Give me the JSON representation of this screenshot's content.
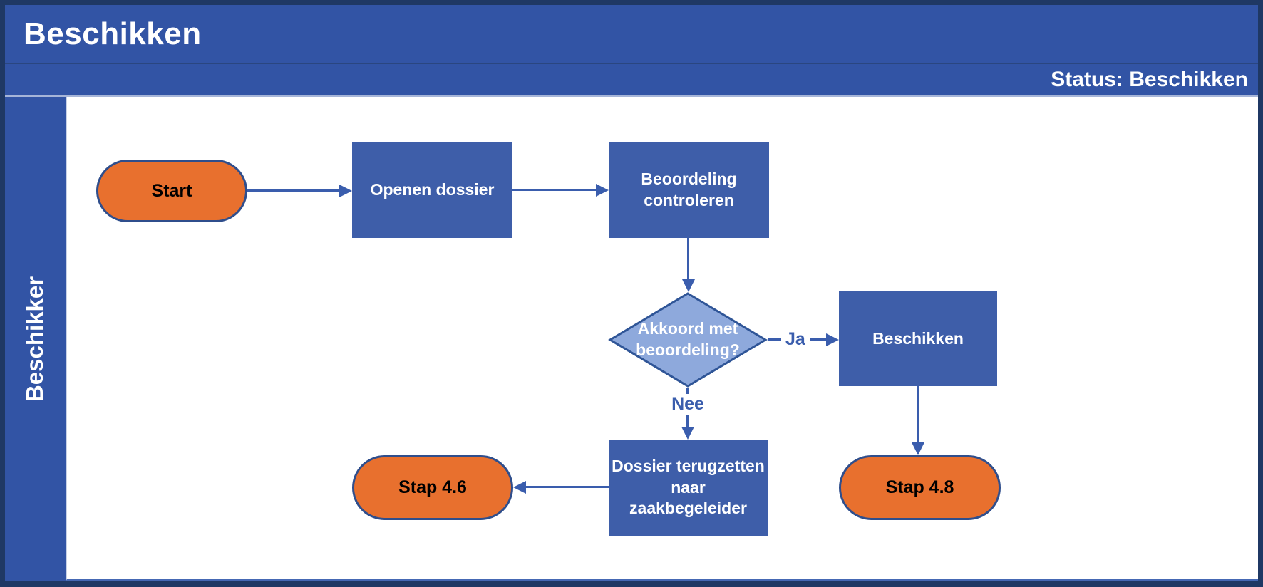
{
  "header": {
    "title": "Beschikken",
    "status": "Status: Beschikken"
  },
  "lane": {
    "label": "Beschikker"
  },
  "diagram": {
    "nodes": {
      "start": "Start",
      "open_dossier": "Openen dossier",
      "review_check": "Beoordeling\ncontroleren",
      "decision": "Akkoord met\nbeoordeling?",
      "beschikken": "Beschikken",
      "return_dossier": "Dossier terugzetten\nnaar\nzaakbegeleider",
      "step_46": "Stap 4.6",
      "step_48": "Stap 4.8"
    },
    "edges": {
      "yes_label": "Ja",
      "no_label": "Nee"
    },
    "colors": {
      "bar_blue": "#3254A5",
      "process_blue": "#3E5EA9",
      "decision_fill": "#8EA9DC",
      "decision_stroke": "#2F5597",
      "terminator_orange": "#E8702E",
      "terminator_stroke": "#2F4E8C",
      "arrow_blue": "#3A5DAD",
      "frame_navy": "#1F3864"
    }
  }
}
